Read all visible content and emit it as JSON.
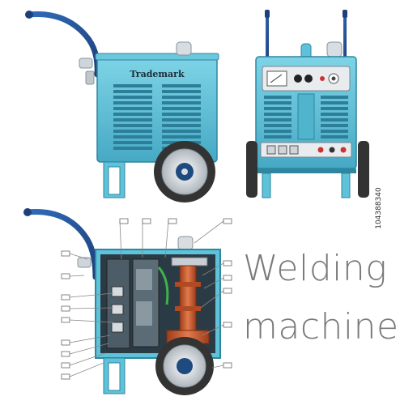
{
  "title": {
    "line1": "Welding",
    "line2": "machine"
  },
  "side_view": {
    "brand_label": "Trademark"
  },
  "stock_id": "104388340",
  "colors": {
    "body": "#5ec3d9",
    "body_dark": "#3e9fb8",
    "handle": "#2a5aa0",
    "tire": "#333333",
    "rim": "#d8dde2",
    "copper": "#c8582e",
    "panel": "#e8ecef",
    "callout_line": "#888888"
  },
  "icons": [
    "handle-icon",
    "wheel-icon",
    "gauge-icon",
    "knob-icon",
    "socket-icon"
  ]
}
